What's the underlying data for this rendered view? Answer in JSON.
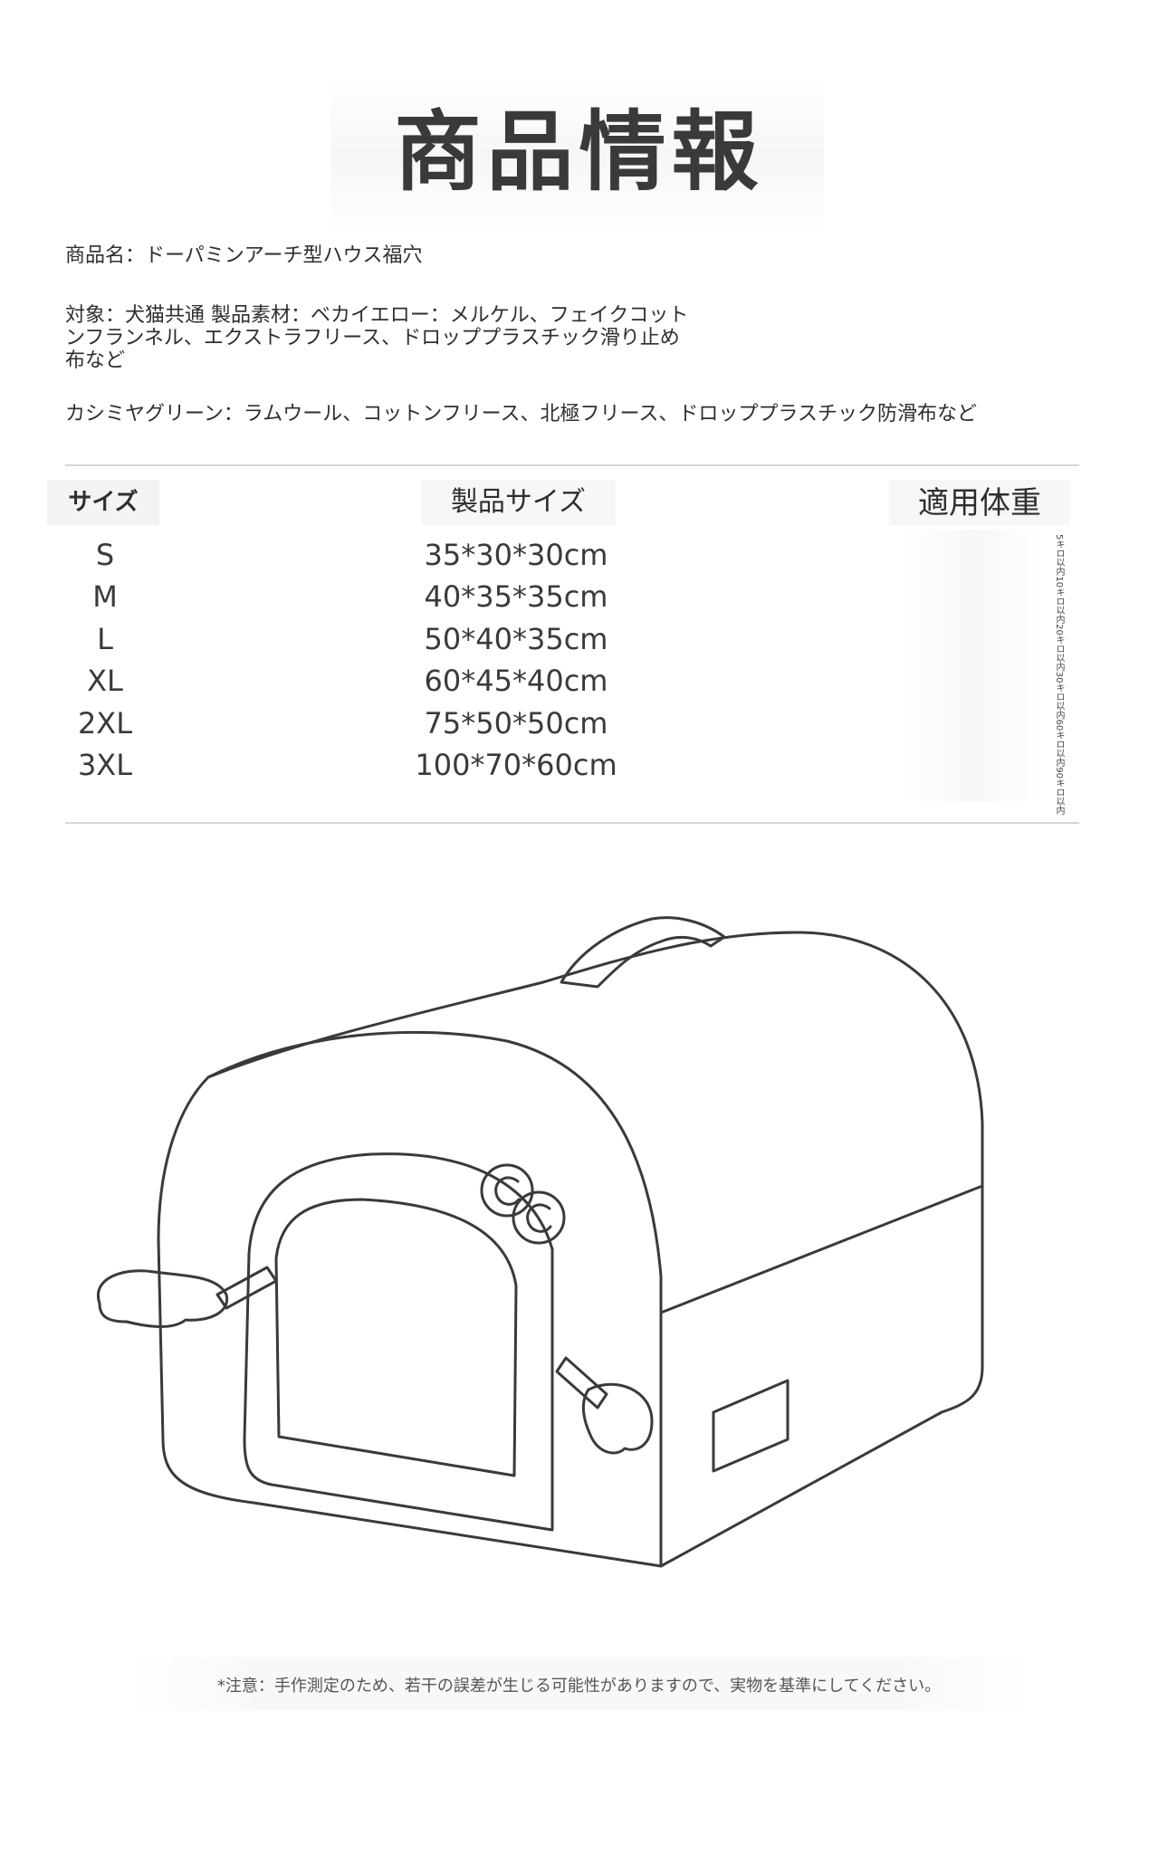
{
  "title": "商品情報",
  "info": {
    "name_line": "商品名：ドーパミンアーチ型ハウス福穴",
    "material_line": "対象：犬猫共通 製品素材：ベカイエロー：メルケル、フェイクコットンフランネル、エクストラフリース、ドロッププラスチック滑り止め布など",
    "green_line": "カシミヤグリーン：ラムウール、コットンフリース、北極フリース、ドロッププラスチック防滑布など"
  },
  "table": {
    "headers": {
      "size": "サイズ",
      "dims": "製品サイズ",
      "weight": "適用体重"
    },
    "sizes": [
      "S",
      "M",
      "L",
      "XL",
      "2XL",
      "3XL"
    ],
    "dims": [
      "35*30*30cm",
      "40*35*35cm",
      "50*40*35cm",
      "60*45*40cm",
      "75*50*50cm",
      "100*70*60cm"
    ],
    "weights_text": "5キロ以内10キロ以内20キロ以内30キロ以内60キロ以内90キロ以内"
  },
  "note": "*注意：手作測定のため、若干の誤差が生じる可能性がありますので、実物を基準にしてください。"
}
